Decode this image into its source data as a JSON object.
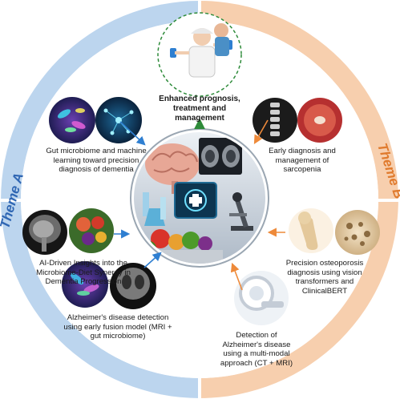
{
  "themes": {
    "a": {
      "label": "Theme A",
      "color": "#2f66b3",
      "ring": "#bcd5ee"
    },
    "b": {
      "label": "Theme B",
      "color": "#e07b2e",
      "ring": "#f7cfae"
    }
  },
  "center": {
    "label": "Enhanced prognosis, treatment and management",
    "arrow_color": "#2e8b3a"
  },
  "items": {
    "gut_ml": "Gut microbiome and machine learning toward precision diagnosis of dementia",
    "ai_diet": "AI-Driven Insights into the Microbiome-Diet Synergy in Dementia Progression",
    "early_fusion": "Alzheimer's disease detection using early fusion model (MRI + gut microbiome)",
    "sarcopenia": "Early diagnosis and management of sarcopenia",
    "osteoporosis": "Precision osteoporosis diagnosis using vision transformers and ClinicalBERT",
    "multimodal": "Detection of Alzheimer's disease using a multi-modal approach (CT + MRI)"
  }
}
